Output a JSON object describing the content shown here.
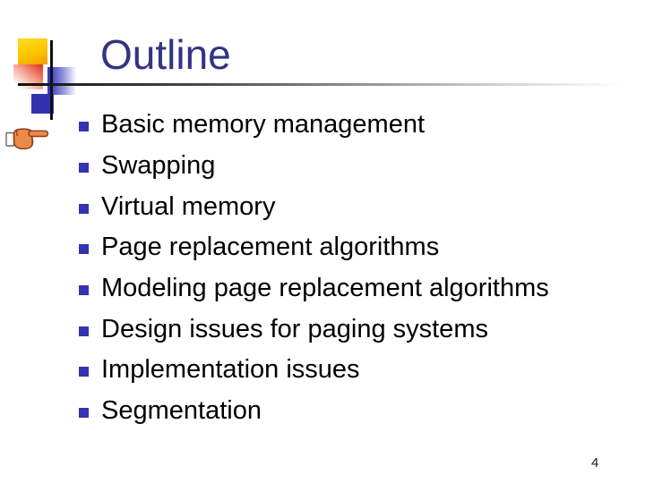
{
  "slide": {
    "title": "Outline",
    "bullets": [
      "Basic memory management",
      "Swapping",
      "Virtual memory",
      "Page replacement algorithms",
      "Modeling page replacement algorithms",
      "Design issues for paging systems",
      "Implementation issues",
      "Segmentation"
    ],
    "page_number": "4"
  },
  "icons": {
    "pointing_hand": "manicule-pointing-right",
    "bullet_marker": "small-blue-square"
  },
  "colors": {
    "title_text": "#333385",
    "body_text": "#000000",
    "bullet_marker": "#3333B3",
    "decor_yellow": "#FFC500",
    "decor_red": "#E33B23",
    "decor_blue": "#3A3ABE",
    "decor_blue_solid": "#3232B0",
    "line_dark": "#101010"
  }
}
